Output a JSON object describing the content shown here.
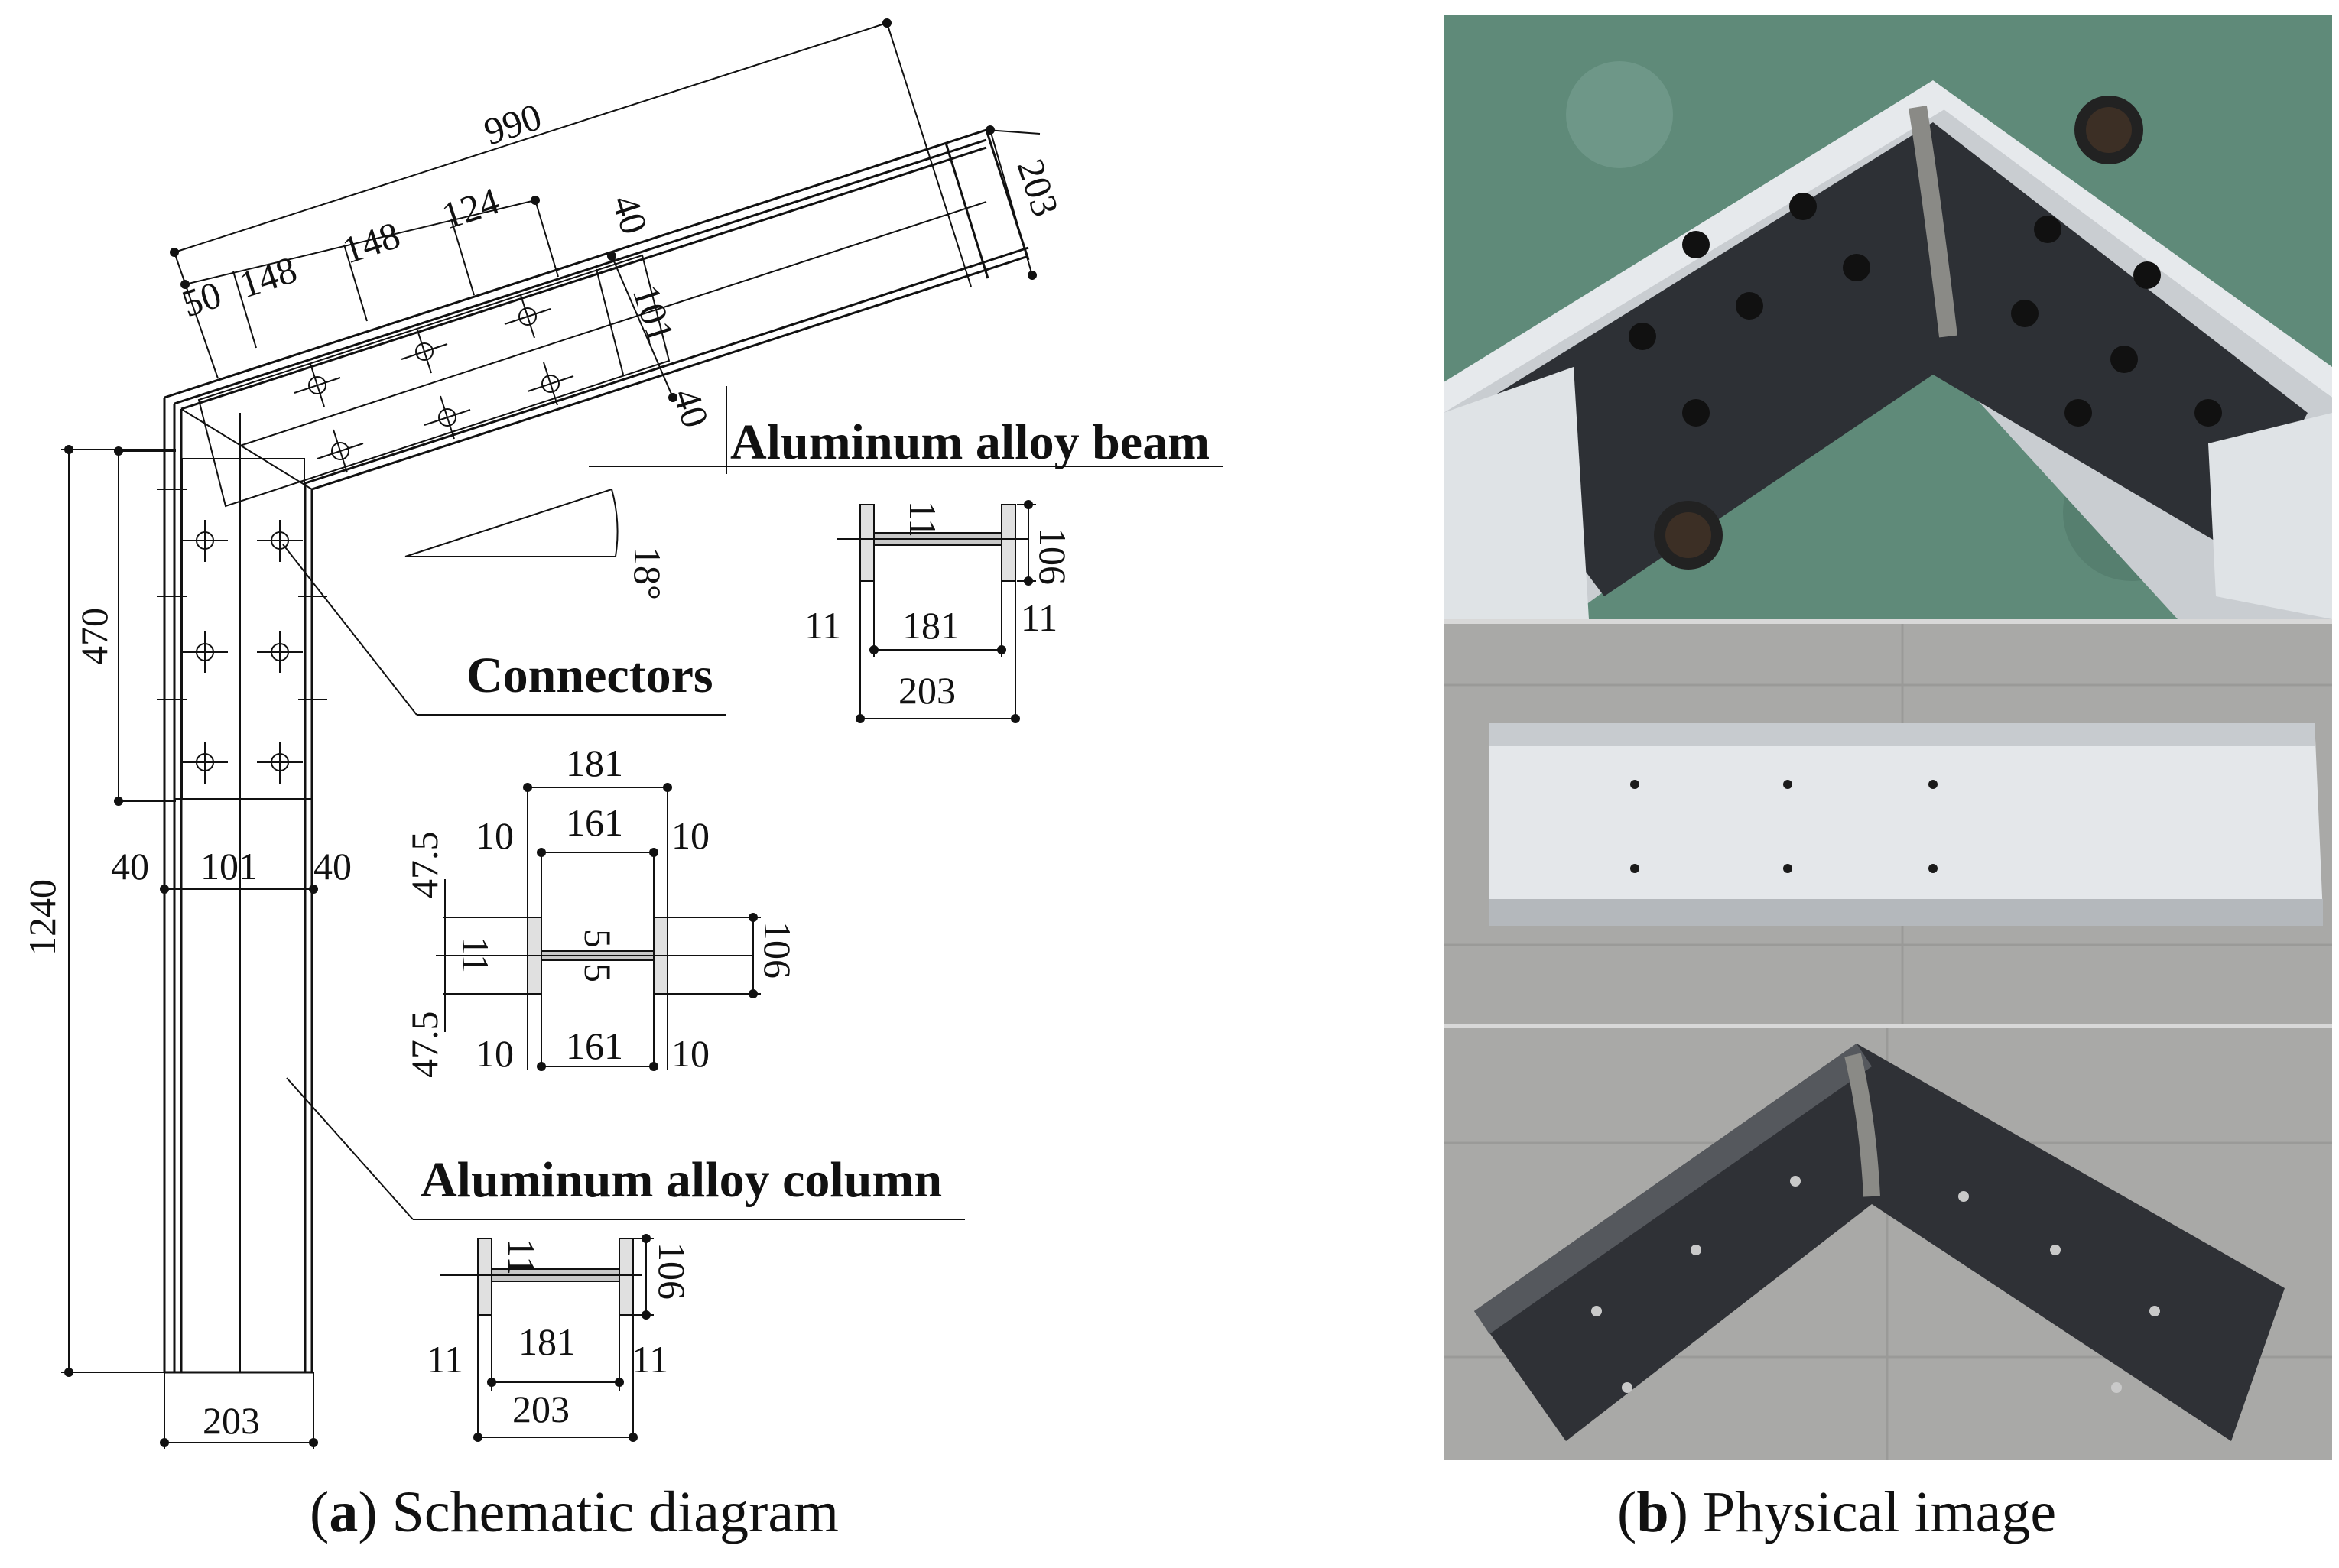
{
  "schematic": {
    "labels": {
      "beam": "Aluminum alloy beam",
      "connectors": "Connectors",
      "column": "Aluminum alloy column"
    },
    "angle": "18°",
    "beam_dims": {
      "total_length": "990",
      "depth": "203",
      "bolt_spacing": [
        "50",
        "148",
        "148",
        "124"
      ],
      "edge_and_gauge": [
        "40",
        "101",
        "40"
      ]
    },
    "column_dims": {
      "height": "1240",
      "connector_length": "470",
      "width": "203",
      "edge_and_gauge": [
        "40",
        "101",
        "40"
      ]
    },
    "beam_section": {
      "flange_t": "11",
      "web": "181",
      "height": "106",
      "total": "203"
    },
    "connector_section": {
      "top_outer": "181",
      "top_inner": "161",
      "bottom_inner": "161",
      "side_t": "10",
      "leg": "47.5",
      "web_t": "11",
      "plate_t": "5",
      "height": "106"
    },
    "column_section": {
      "flange_t": "11",
      "web": "181",
      "height": "106",
      "total": "203"
    }
  },
  "captions": {
    "a_letter": "a",
    "a_text": "Schematic diagram",
    "b_letter": "b",
    "b_text": "Physical image"
  },
  "photos": {
    "top": "welded steel connector inside aluminum beam-column corner",
    "middle": "aluminum alloy channel member with bolt holes",
    "bottom": "bent steel connector plate with weld seam"
  },
  "colors": {
    "ink": "#111111",
    "concrete_green": "#5f8a79",
    "steel_dark": "#2d3035",
    "tile_gray": "#a9a9a7",
    "aluminum": "#e4e7ea"
  }
}
